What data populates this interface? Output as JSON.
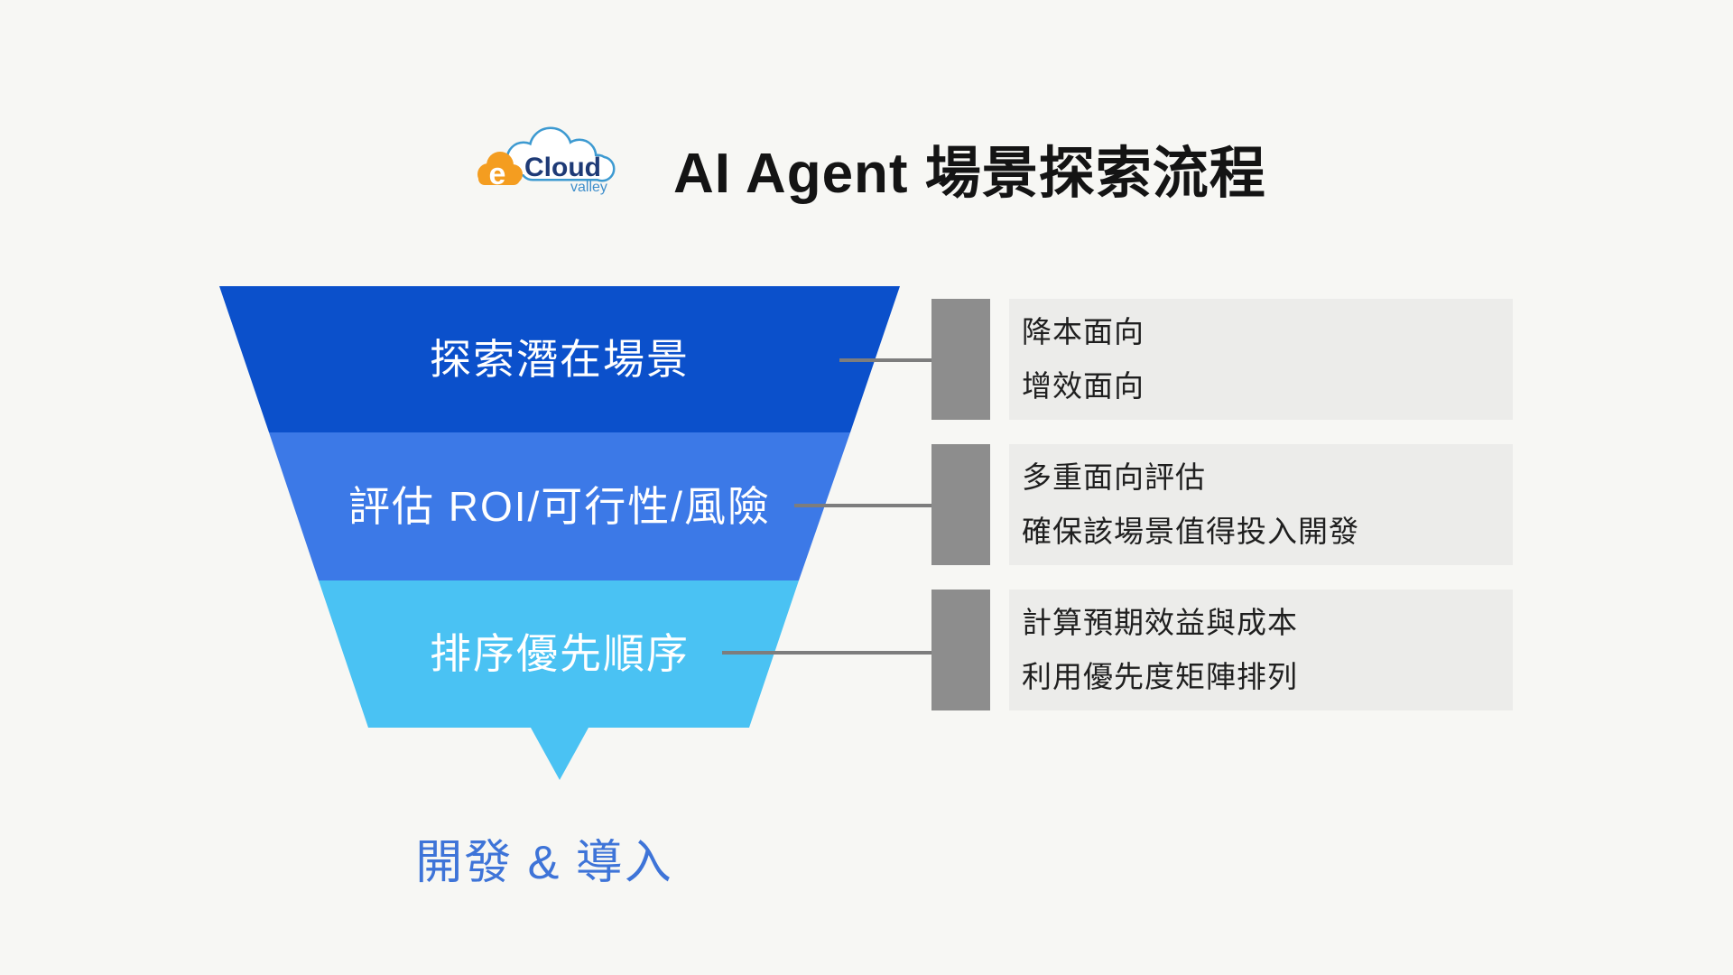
{
  "page": {
    "background": "#f7f7f4"
  },
  "header": {
    "title": "AI Agent 場景探索流程",
    "logo": {
      "e": "e",
      "cloud": "Cloud",
      "valley": "valley"
    }
  },
  "funnel": {
    "stages": [
      {
        "label": "探索潛在場景",
        "color": "#0b50cb",
        "notes": [
          "降本面向",
          "增效面向"
        ]
      },
      {
        "label": "評估 ROI/可行性/風險",
        "color": "#3c79e7",
        "notes": [
          "多重面向評估",
          "確保該場景值得投入開發"
        ]
      },
      {
        "label": "排序優先順序",
        "color": "#4ac2f3",
        "notes": [
          "計算預期效益與成本",
          "利用優先度矩陣排列"
        ]
      }
    ],
    "outcome_label": "開發 & 導入",
    "outcome_color": "#3e74d8"
  },
  "annotation": {
    "bar_color": "#8d8d8d",
    "box_color": "#ececea",
    "line_color": "#7d7d7d",
    "text_color": "#1f1f1f"
  }
}
